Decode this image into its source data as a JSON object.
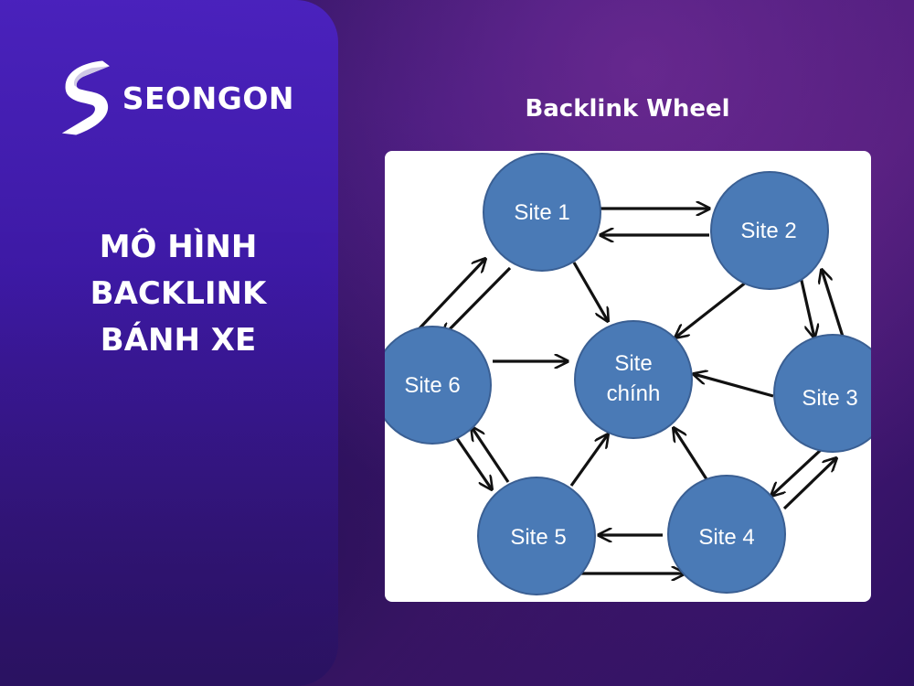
{
  "brand": {
    "name": "SEONGON"
  },
  "heading": {
    "line1": "MÔ HÌNH",
    "line2": "BACKLINK",
    "line3": "BÁNH XE"
  },
  "diagram": {
    "title": "Backlink Wheel",
    "nodes": {
      "site1": "Site 1",
      "site2": "Site 2",
      "site3": "Site 3",
      "site4": "Site 4",
      "site5": "Site 5",
      "site6": "Site 6",
      "center_line1": "Site",
      "center_line2": "chính"
    },
    "colors": {
      "node_fill": "#4a7ab6",
      "node_stroke": "#3a5f93",
      "arrow": "#111111",
      "card": "#ffffff"
    }
  }
}
